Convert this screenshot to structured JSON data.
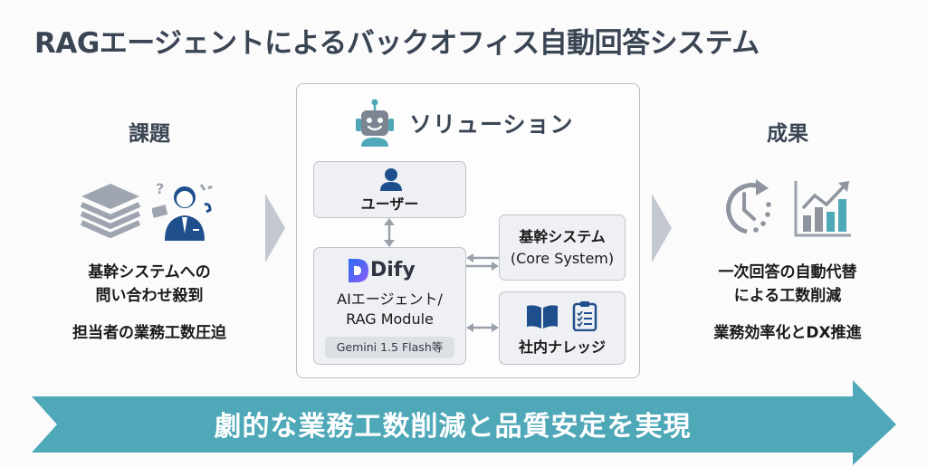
{
  "title": "RAGエージェントによるバックオフィス自動回答システム",
  "problem": {
    "heading": "課題",
    "icons": [
      "document-stack-icon",
      "confused-businessman-icon"
    ],
    "text_line1": "基幹システムへの",
    "text_line2": "問い合わせ殺到",
    "text_line3": "担当者の業務工数圧迫"
  },
  "solution": {
    "heading": "ソリューション",
    "icon": "robot-icon",
    "user_node": {
      "label": "ユーザー",
      "icon": "user-icon"
    },
    "dify_node": {
      "brand": "Dify",
      "icon": "dify-logo-icon",
      "role_line1": "AIエージェント/",
      "role_line2": "RAG Module",
      "model": "Gemini 1.5 Flash等"
    },
    "core_node": {
      "label_line1": "基幹システム",
      "label_line2": "(Core System)"
    },
    "knowledge_node": {
      "label": "社内ナレッジ",
      "icons": [
        "book-icon",
        "checklist-icon"
      ]
    }
  },
  "result": {
    "heading": "成果",
    "icons": [
      "clock-cycle-icon",
      "growth-chart-icon"
    ],
    "text_line1": "一次回答の自動代替",
    "text_line2": "による工数削減",
    "text_line3": "業務効率化とDX推進"
  },
  "banner": {
    "text": "劇的な業務工数削減と品質安定を実現"
  },
  "colors": {
    "title": "#3a4554",
    "banner": "#4ea8b8",
    "accent_navy": "#1f4e8c",
    "arrow_gray": "#c3c8d0",
    "node_bg": "#eef0f3"
  }
}
